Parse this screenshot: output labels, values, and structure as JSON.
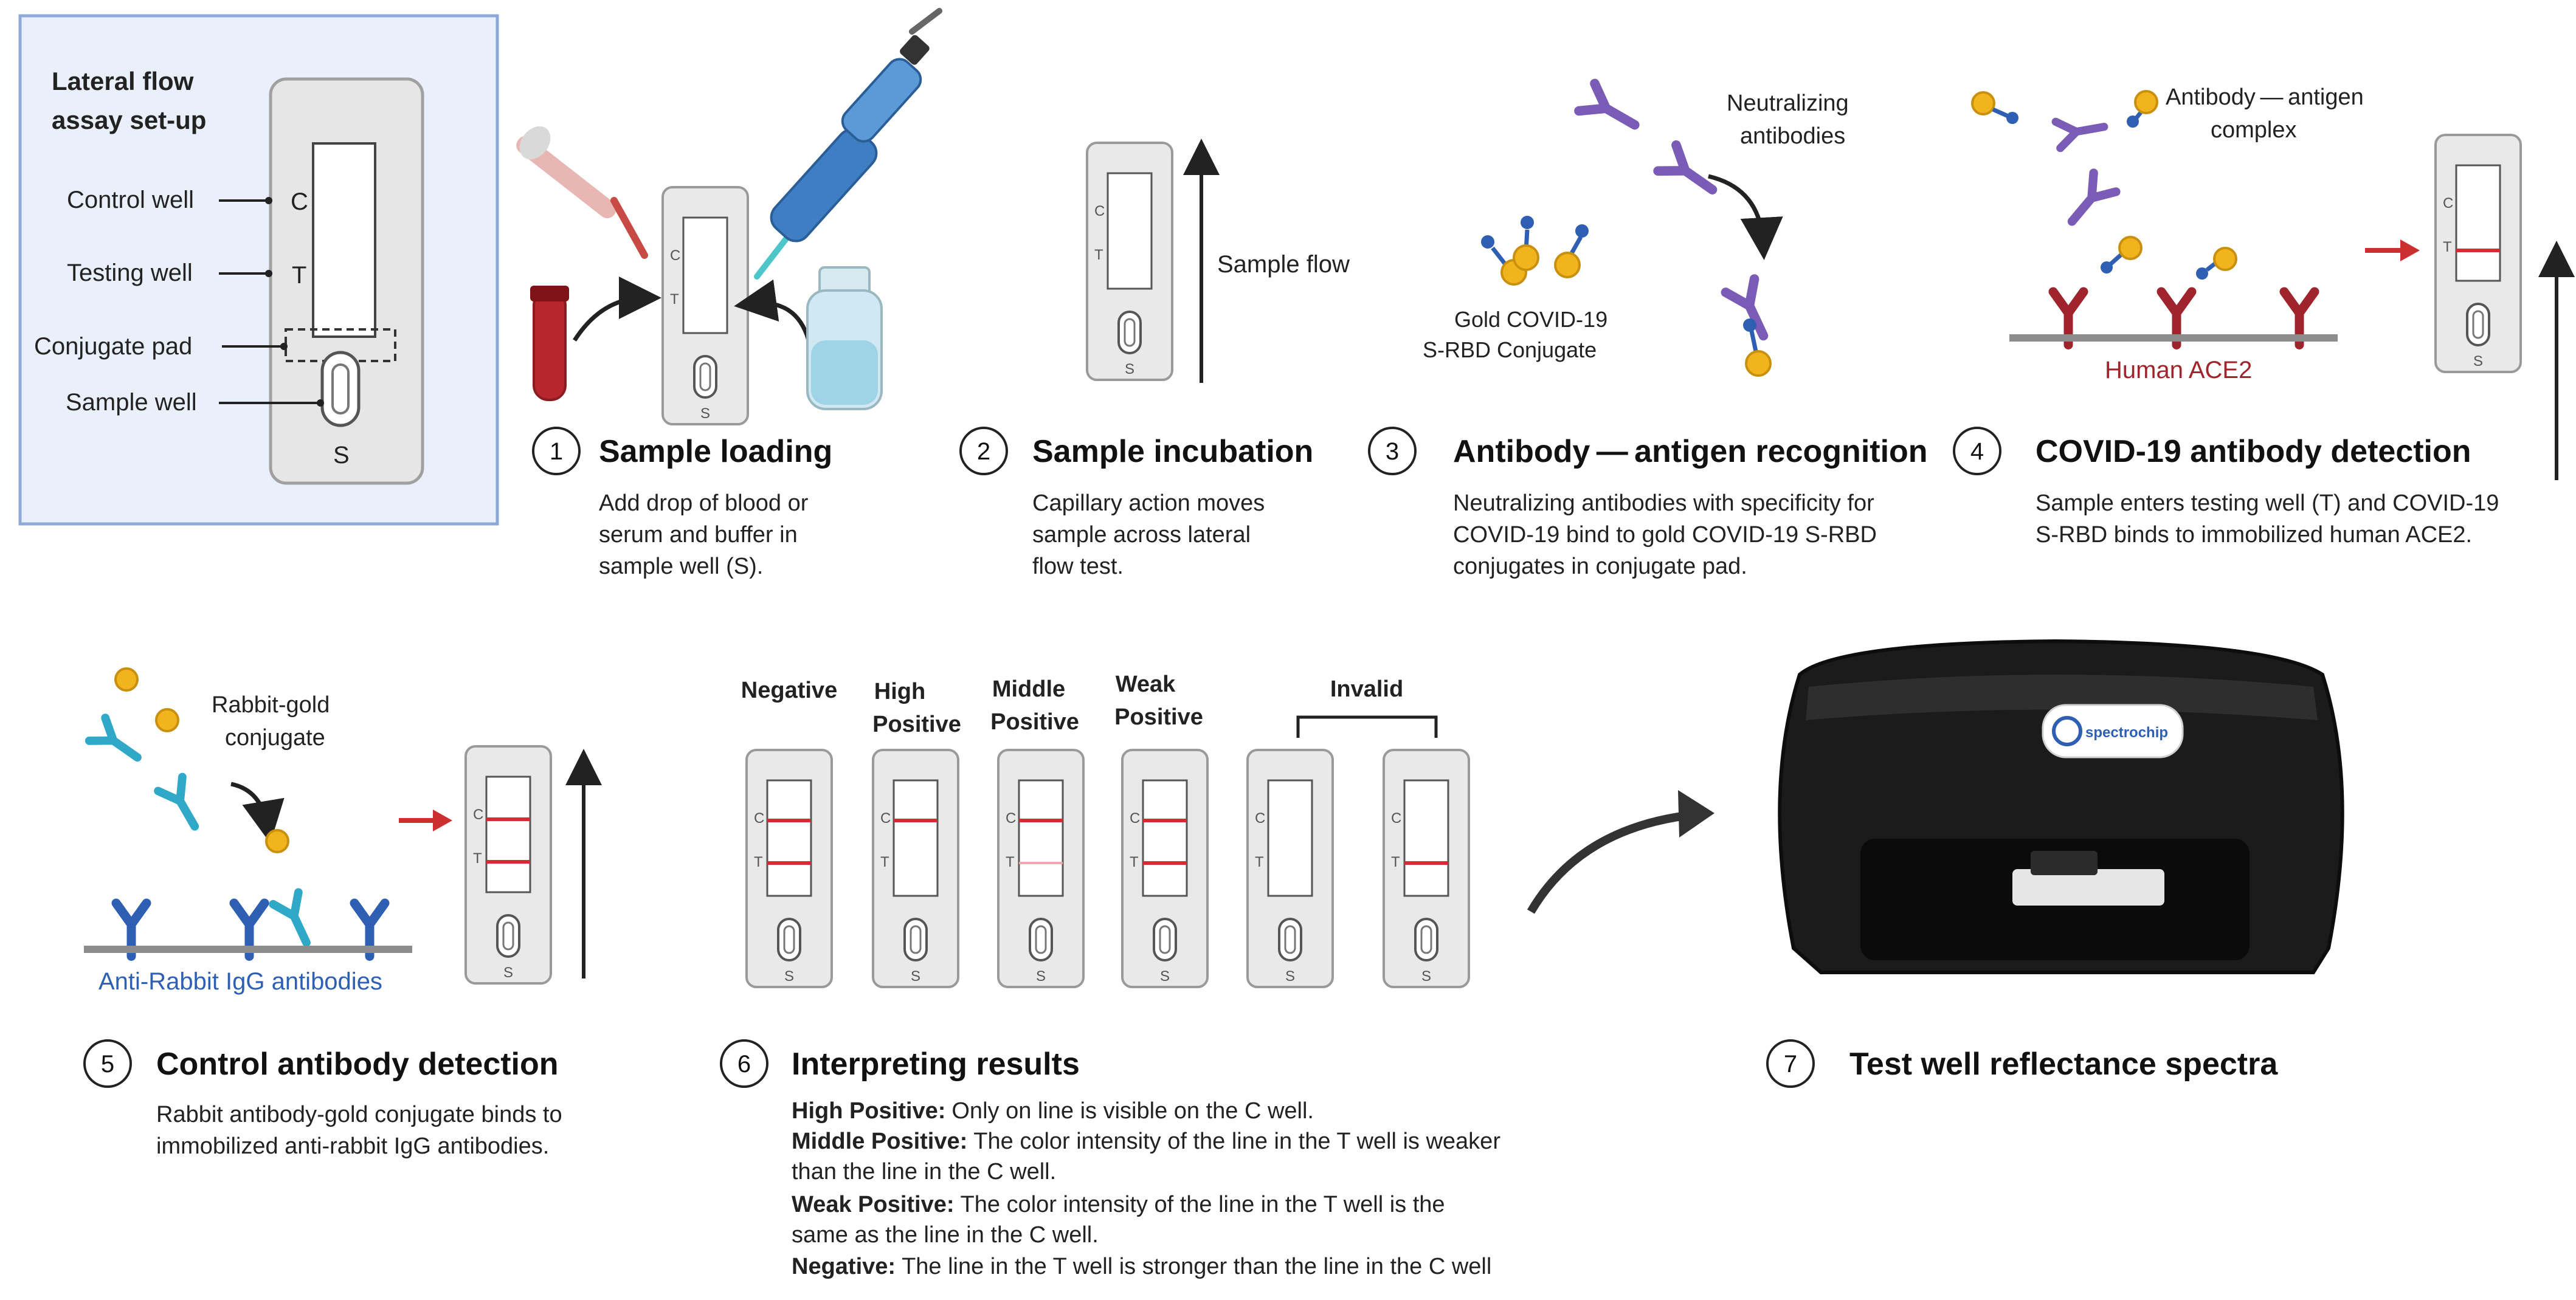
{
  "setup": {
    "title_line1": "Lateral flow",
    "title_line2": "assay set-up",
    "labels": [
      "Control well",
      "Testing well",
      "Conjugate pad",
      "Sample well"
    ],
    "letter_c": "C",
    "letter_t": "T",
    "letter_s": "S"
  },
  "steps": [
    {
      "number": "1",
      "title": "Sample loading",
      "desc": [
        "Add drop of blood or",
        "serum and buffer in",
        "sample well (S)."
      ]
    },
    {
      "number": "2",
      "title": "Sample incubation",
      "desc": [
        "Capillary action moves",
        "sample across lateral",
        "flow test."
      ]
    },
    {
      "number": "3",
      "title": "Antibody — antigen recognition",
      "desc": [
        "Neutralizing antibodies with specificity for",
        "COVID-19 bind to gold COVID-19 S-RBD",
        "conjugates in conjugate pad."
      ]
    },
    {
      "number": "4",
      "title": "COVID-19 antibody detection",
      "desc": [
        "Sample enters testing well (T) and COVID-19",
        "S-RBD  binds to immobilized human ACE2."
      ]
    },
    {
      "number": "5",
      "title": "Control antibody detection",
      "desc": [
        "Rabbit antibody-gold conjugate binds to",
        "immobilized anti-rabbit IgG antibodies."
      ]
    },
    {
      "number": "6",
      "title": "Interpreting results"
    },
    {
      "number": "7",
      "title": "Test  well reflectance spectra"
    }
  ],
  "step2": {
    "flow_label": "Sample flow"
  },
  "step3": {
    "neutralizing_line1": "Neutralizing",
    "neutralizing_line2": "antibodies",
    "gold_line1": "Gold  COVID-19",
    "gold_line2": "S-RBD Conjugate"
  },
  "step4": {
    "complex_line1": "Antibody — antigen",
    "complex_line2": "complex",
    "ace2_label": "Human ACE2"
  },
  "step5": {
    "rabbit_line1": "Rabbit-gold",
    "rabbit_line2": "conjugate",
    "igg_label": "Anti-Rabbit IgG antibodies"
  },
  "results": {
    "headers": [
      {
        "line1": "Negative",
        "line2": ""
      },
      {
        "line1": "High",
        "line2": "Positive"
      },
      {
        "line1": "Middle",
        "line2": "Positive"
      },
      {
        "line1": "Weak",
        "line2": "Positive"
      },
      {
        "line1": "Invalid",
        "line2": ""
      }
    ],
    "interpretations": [
      {
        "term": "High Positive:",
        "text": "Only on line is visible on the C well."
      },
      {
        "term": "Middle Positive:",
        "text": "The color intensity of the line in the T well is weaker",
        "cont": "than the line in the C well."
      },
      {
        "term": "Weak Positive:",
        "text": "The color intensity of the line in the T well is the",
        "cont": "same as the line in the C well."
      },
      {
        "term": "Negative:",
        "text": "The line in the T well is stronger than the line in the C well"
      }
    ]
  },
  "device": {
    "brand": "spectrochip"
  },
  "colors": {
    "control_line": "#d62b35",
    "test_line_faint": "#f1a7ab",
    "antibody_purple": "#7a5bb5",
    "antibody_blue": "#2f5fb2",
    "antibody_teal": "#2fa9c7",
    "ace2_red": "#a0242c",
    "gold": "#f2b41c",
    "arrow_red": "#cc2f2f",
    "setup_bg": "#eaf0fb",
    "setup_border": "#8ea8d8"
  }
}
